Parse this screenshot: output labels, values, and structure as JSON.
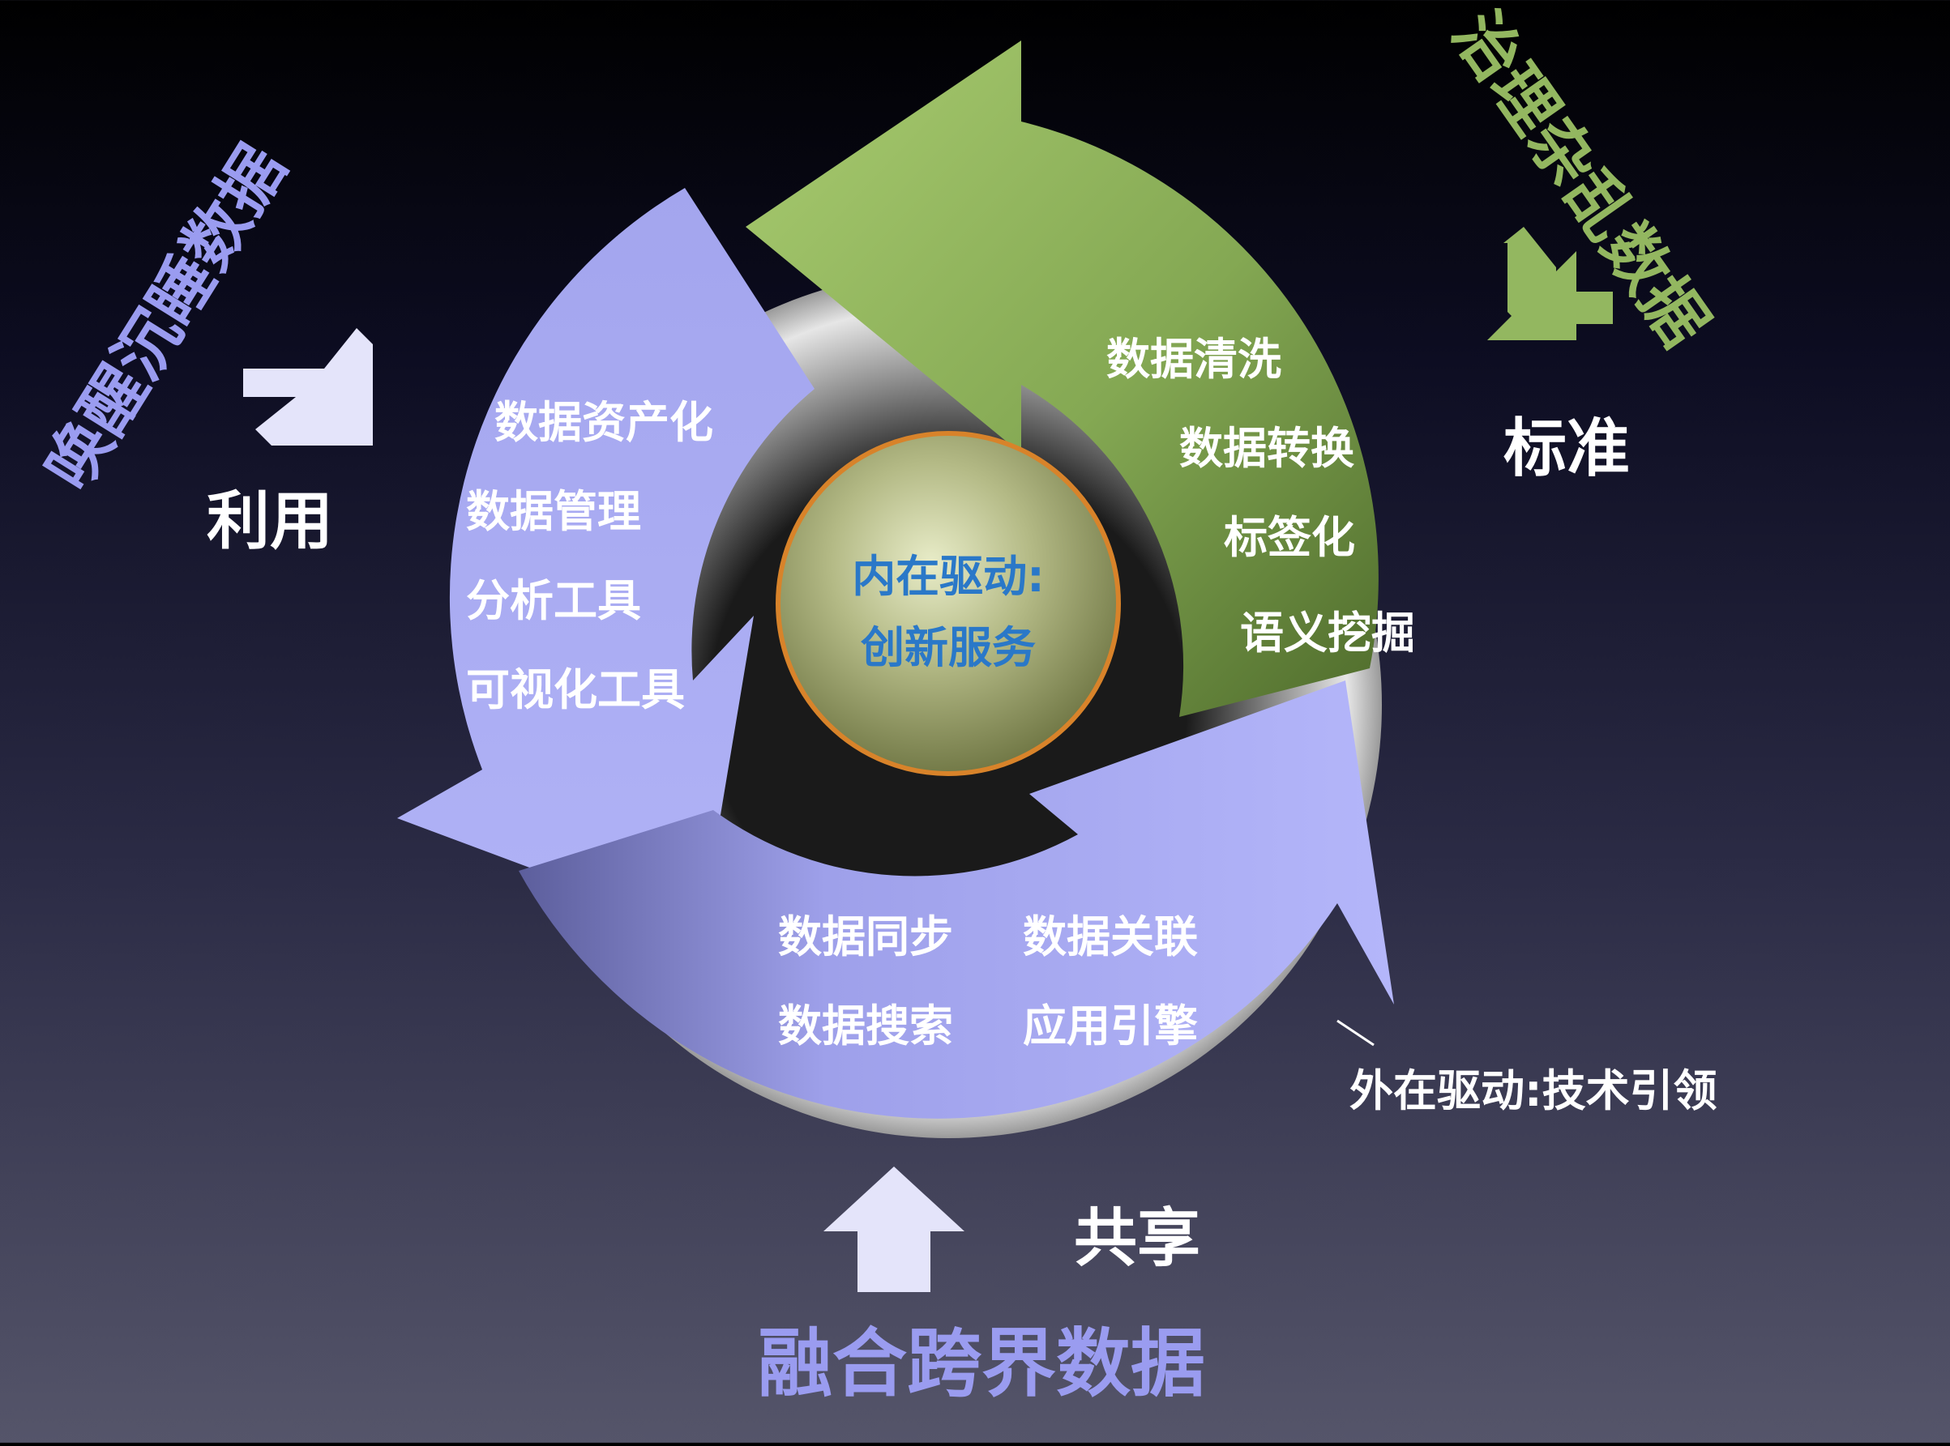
{
  "center": {
    "line1": "内在驱动:",
    "line2": "创新服务"
  },
  "left_segment": {
    "heading": "唤醒沉睡数据",
    "result": "利用",
    "items": [
      "数据资产化",
      "数据管理",
      "分析工具",
      "可视化工具"
    ]
  },
  "right_segment": {
    "heading": "治理杂乱数据",
    "result": "标准",
    "items": [
      "数据清洗",
      "数据转换",
      "标签化",
      "语义挖掘"
    ]
  },
  "bottom_segment": {
    "heading": "融合跨界数据",
    "result": "共享",
    "items": [
      "数据同步",
      "数据关联",
      "数据搜索",
      "应用引擎"
    ]
  },
  "external_label": "外在驱动:技术引领",
  "colors": {
    "purple": "#a8aaf2",
    "purple_text": "#9a9cf0",
    "green": "#93b760",
    "green_dark": "#5a7a35",
    "center_text": "#2a78c8",
    "white_arrow": "#e4e4fa"
  }
}
